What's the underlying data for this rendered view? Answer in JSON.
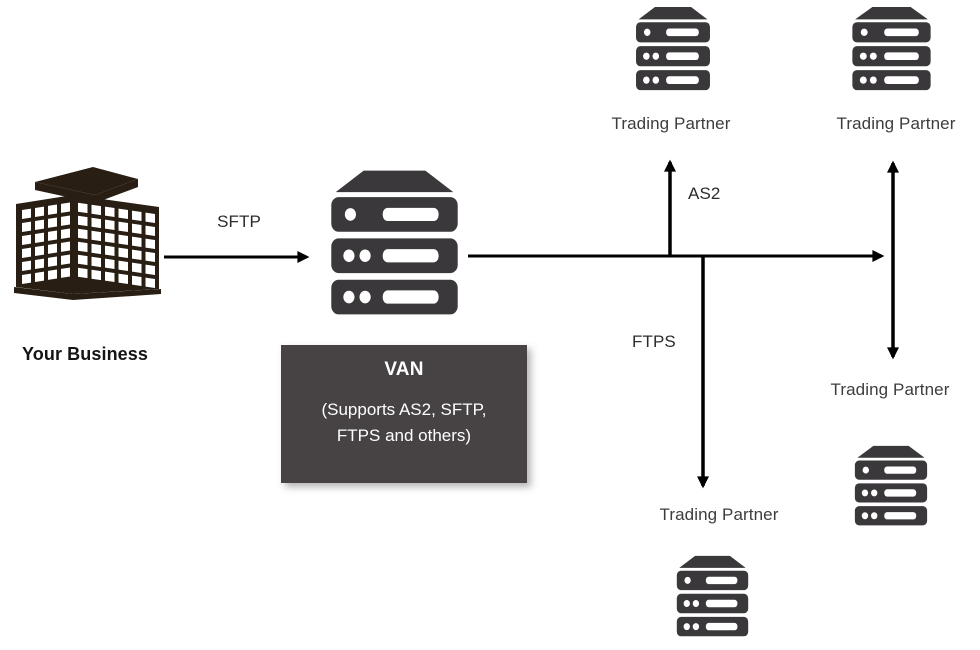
{
  "colors": {
    "background": "#ffffff",
    "server_icon": "#3a383a",
    "building_icon": "#281e13",
    "van_box_bg": "#474345",
    "van_box_text": "#ffffff",
    "connector": "#000000",
    "label_text": "#3d3d3d"
  },
  "nodes": {
    "your_business": {
      "label": "Your Business",
      "icon": "office-building-icon"
    },
    "van": {
      "icon": "server-stack-icon",
      "box_title": "VAN",
      "box_line1": "(Supports AS2, SFTP,",
      "box_line2": "FTPS and others)"
    },
    "trading_partner_top_left": {
      "label": "Trading Partner",
      "icon": "server-stack-icon"
    },
    "trading_partner_top_right": {
      "label": "Trading Partner",
      "icon": "server-stack-icon"
    },
    "trading_partner_right": {
      "label": "Trading Partner",
      "icon": "server-stack-icon"
    },
    "trading_partner_bottom": {
      "label": "Trading Partner",
      "icon": "server-stack-icon"
    }
  },
  "edges": {
    "business_to_van": {
      "label": "SFTP",
      "direction": "right"
    },
    "van_trunk": {
      "direction": "right"
    },
    "as2_branch": {
      "label": "AS2",
      "direction": "up"
    },
    "ftps_branch": {
      "label": "FTPS",
      "direction": "down"
    },
    "right_branch": {
      "direction": "both"
    }
  }
}
